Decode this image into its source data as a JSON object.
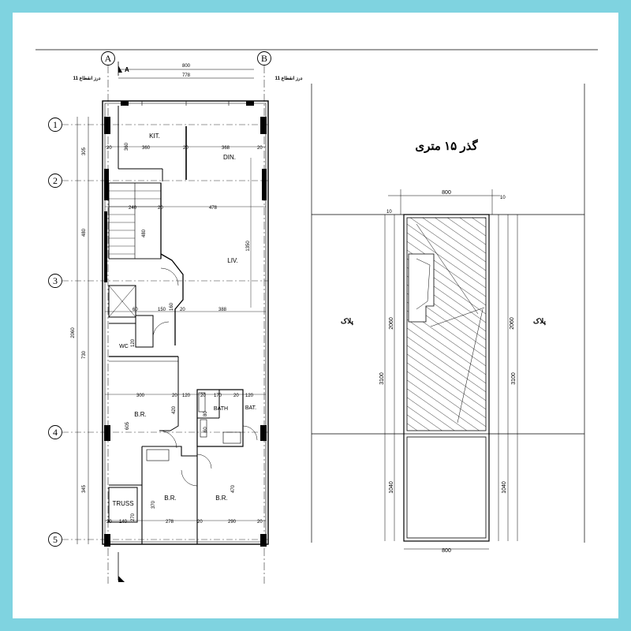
{
  "plan": {
    "grid_columns": [
      {
        "label": "A"
      },
      {
        "label": "B"
      }
    ],
    "grid_rows": [
      {
        "label": "1"
      },
      {
        "label": "2"
      },
      {
        "label": "3"
      },
      {
        "label": "4"
      },
      {
        "label": "5"
      }
    ],
    "section_marker": "A",
    "joint_left": "11 درز انقطاع",
    "joint_right": "درز انقطاع 11",
    "top_dims": [
      "800",
      "778"
    ],
    "left_dims": [
      "305",
      "480",
      "730",
      "345",
      "2060"
    ],
    "rooms": {
      "kitchen": "KIT.",
      "dining": "DIN.",
      "living": "LIV.",
      "wc": "WC",
      "bedroom1": "B.R.",
      "bath1": "BATH",
      "bath2": "BAT.",
      "bedroom2": "B.R.",
      "bedroom3": "B.R.",
      "truss": "TRUSS"
    },
    "dims": {
      "d360": "360",
      "d360b": "360",
      "d368": "368",
      "d240": "240",
      "d478": "478",
      "d480": "480",
      "d1350": "1350",
      "d60": "60",
      "d150": "150",
      "d160": "160",
      "d388": "388",
      "d120": "120",
      "d300": "300",
      "d120b": "120",
      "d170": "170",
      "d120c": "120",
      "d420": "420",
      "d605": "605",
      "d80": "80",
      "d60b": "60",
      "d140": "140",
      "d278": "278",
      "d290": "290",
      "d270": "270",
      "d370": "370",
      "d470": "470",
      "d20a": "20",
      "d20b": "20",
      "d20c": "20",
      "d20d": "20",
      "d20e": "20",
      "d20f": "20",
      "d20g": "20",
      "d20h": "20",
      "d20i": "20",
      "d20j": "20",
      "d20k": "20"
    }
  },
  "site": {
    "street": "گذر ۱۵ متری",
    "neighbor_left": "پلاک",
    "neighbor_right": "پلاک",
    "top_width": "800",
    "bottom_width": "800",
    "dims_left": [
      "2060",
      "1040"
    ],
    "dims_mid": [
      "3100"
    ],
    "dims_right": [
      "2060",
      "1040"
    ],
    "dims_right_mid": [
      "3100"
    ],
    "top_small": "10",
    "side_small": "10"
  }
}
